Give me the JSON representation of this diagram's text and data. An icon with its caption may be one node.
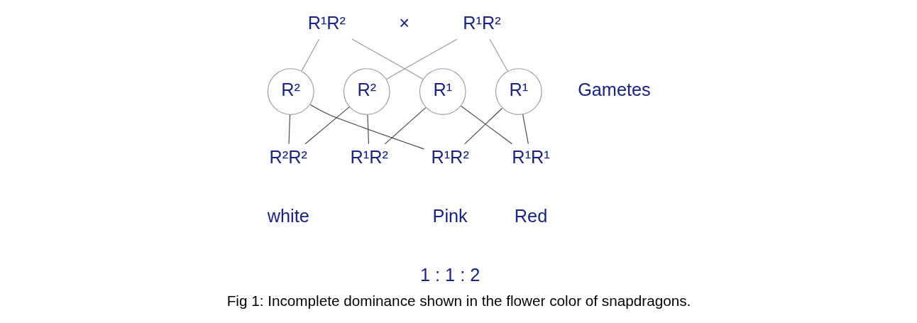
{
  "diagram": {
    "caption": "Fig 1: Incomplete dominance shown in the flower color of snapdragons.",
    "nodes": [
      {
        "text": [
          "R¹R²"
        ]
      },
      {
        "text": [
          "R¹R²"
        ]
      },
      {
        "text": [
          "R¹"
        ]
      },
      {
        "text": [
          "R²"
        ]
      },
      {
        "text": [
          "R¹"
        ]
      },
      {
        "text": [
          "R²"
        ]
      },
      {
        "text": [
          "R¹R¹"
        ],
        "beside": [
          "Red"
        ]
      },
      {
        "text": [
          "R²R²"
        ],
        "beside": [
          "white"
        ]
      },
      {
        "text": [
          "R¹R²"
        ]
      },
      {
        "text": [
          "R¹R²"
        ]
      }
    ],
    "edges": [
      {
        "from": 0,
        "to": 2,
        "arrow": "none",
        "color": "#9a9a9a"
      },
      {
        "from": 0,
        "to": 3,
        "arrow": "none",
        "color": "#9a9a9a"
      },
      {
        "from": 1,
        "to": 4,
        "arrow": "none",
        "color": "#9a9a9a"
      },
      {
        "from": 1,
        "to": 5,
        "arrow": "none",
        "color": "#9a9a9a"
      },
      {
        "from": 2,
        "to": 6,
        "arrow": "none"
      },
      {
        "from": 2,
        "to": 9,
        "arrow": "none"
      },
      {
        "from": 3,
        "to": 7,
        "arrow": "none"
      },
      {
        "from": 3,
        "to": 8,
        "arrow": "none"
      },
      {
        "from": 4,
        "to": 6,
        "arrow": "none"
      },
      {
        "from": 4,
        "to": 8,
        "arrow": "none"
      },
      {
        "from": 5,
        "to": 7,
        "arrow": "none"
      },
      {
        "from": 5,
        "to": 9,
        "arrow": "none"
      }
    ],
    "labels": [
      "×",
      "Gametes",
      "Pink",
      "1 : 1 : 2"
    ]
  }
}
